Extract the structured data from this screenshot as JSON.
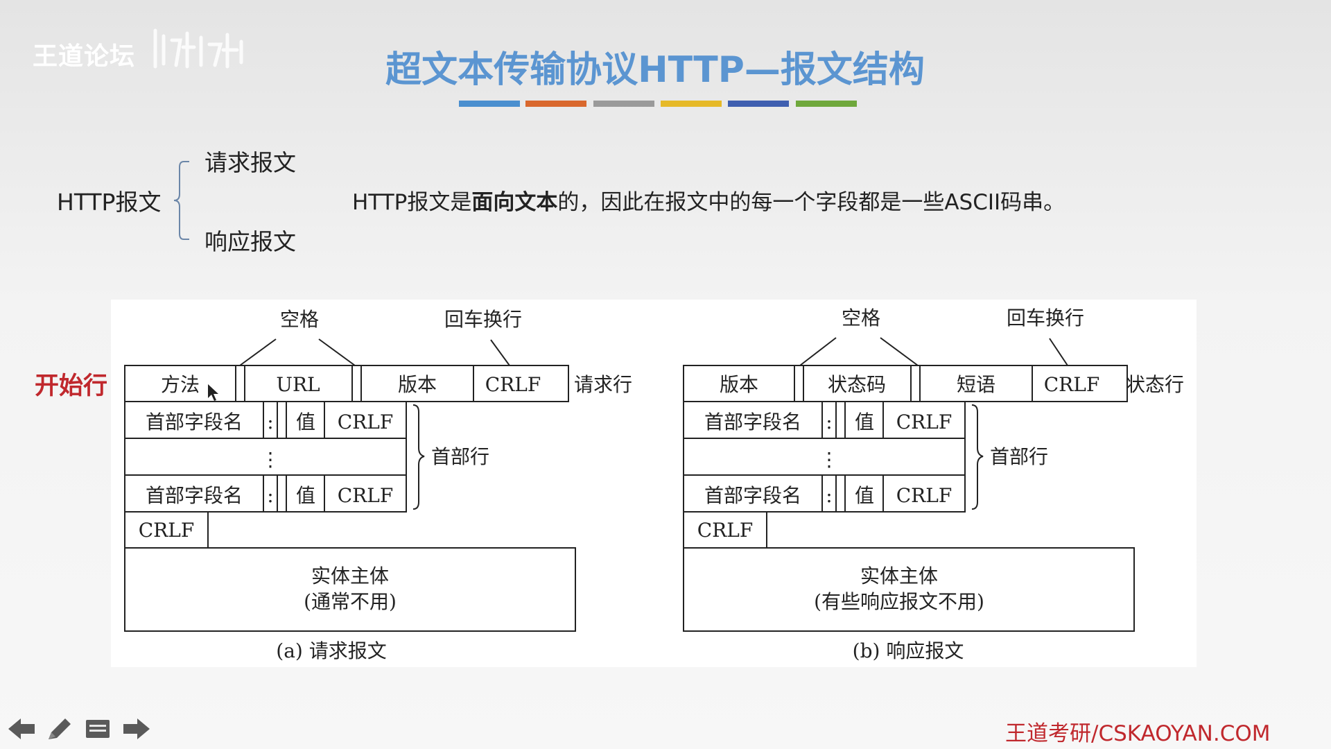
{
  "watermark": {
    "text": "王道论坛"
  },
  "slide": {
    "title": "超文本传输协议HTTP—报文结构",
    "color_bar": [
      "#4a8fcf",
      "#d9682d",
      "#9a9a9a",
      "#e6b928",
      "#3f5fb0",
      "#6fa83c"
    ],
    "http_message": {
      "label": "HTTP报文",
      "branches": [
        "请求报文",
        "响应报文"
      ]
    },
    "statement": {
      "prefix": "HTTP报文是",
      "bold": "面向文本",
      "suffix": "的，因此在报文中的每一个字段都是一些ASCII码串。"
    },
    "start_line_label": "开始行"
  },
  "request": {
    "space_label": "空格",
    "crlf_top_label": "回车换行",
    "fields": [
      "方法",
      "URL",
      "版本",
      "CRLF"
    ],
    "line_label": "请求行",
    "header_name": "首部字段名",
    "colon": ":",
    "value": "值",
    "crlf": "CRLF",
    "ellipsis": "⋮",
    "header_label": "首部行",
    "body_line1": "实体主体",
    "body_line2": "(通常不用)",
    "caption": "(a) 请求报文"
  },
  "response": {
    "space_label": "空格",
    "crlf_top_label": "回车换行",
    "fields": [
      "版本",
      "状态码",
      "短语",
      "CRLF"
    ],
    "line_label": "状态行",
    "header_name": "首部字段名",
    "colon": ":",
    "value": "值",
    "crlf": "CRLF",
    "ellipsis": "⋮",
    "header_label": "首部行",
    "body_line1": "实体主体",
    "body_line2": "(有些响应报文不用)",
    "caption": "(b) 响应报文"
  },
  "footer": {
    "brand": "王道考研/CSKAOYAN.COM",
    "nav_icons": [
      "arrow-left-icon",
      "pencil-icon",
      "menu-icon",
      "arrow-right-icon"
    ]
  }
}
